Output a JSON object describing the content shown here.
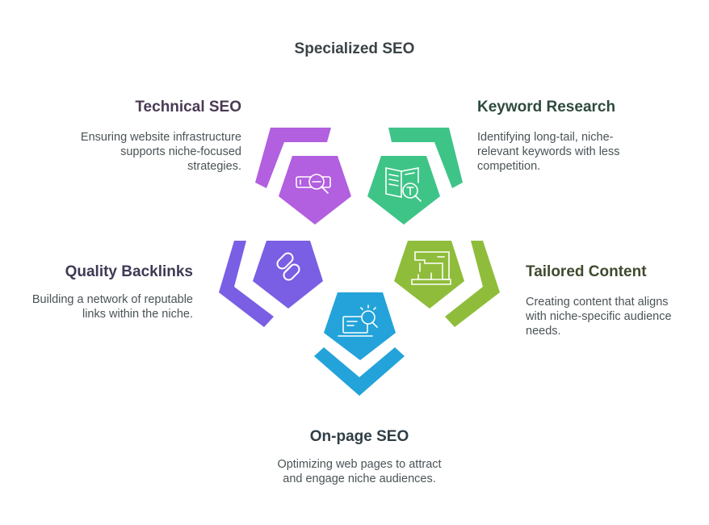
{
  "title": "Specialized SEO",
  "colors": {
    "technical": "#b25fe0",
    "keyword": "#3fc487",
    "backlinks": "#7a5ee4",
    "content": "#8fbd3b",
    "onpage": "#23a3da"
  },
  "items": {
    "technical": {
      "heading": "Technical SEO",
      "desc": [
        "Ensuring website infrastructure",
        "supports niche-focused",
        "strategies."
      ],
      "icon": "browser-search-icon"
    },
    "keyword": {
      "heading": "Keyword Research",
      "desc": [
        "Identifying long-tail, niche-",
        "relevant keywords with less",
        "competition."
      ],
      "icon": "book-search-icon"
    },
    "backlinks": {
      "heading": "Quality Backlinks",
      "desc": [
        "Building a network of reputable",
        "links within the niche."
      ],
      "icon": "link-icon"
    },
    "content": {
      "heading": "Tailored Content",
      "desc": [
        "Creating content that aligns",
        "with niche-specific audience",
        "needs."
      ],
      "icon": "sewing-machine-icon"
    },
    "onpage": {
      "heading": "On-page SEO",
      "desc": [
        "Optimizing web pages to attract",
        "and engage niche audiences."
      ],
      "icon": "laptop-search-icon"
    }
  }
}
